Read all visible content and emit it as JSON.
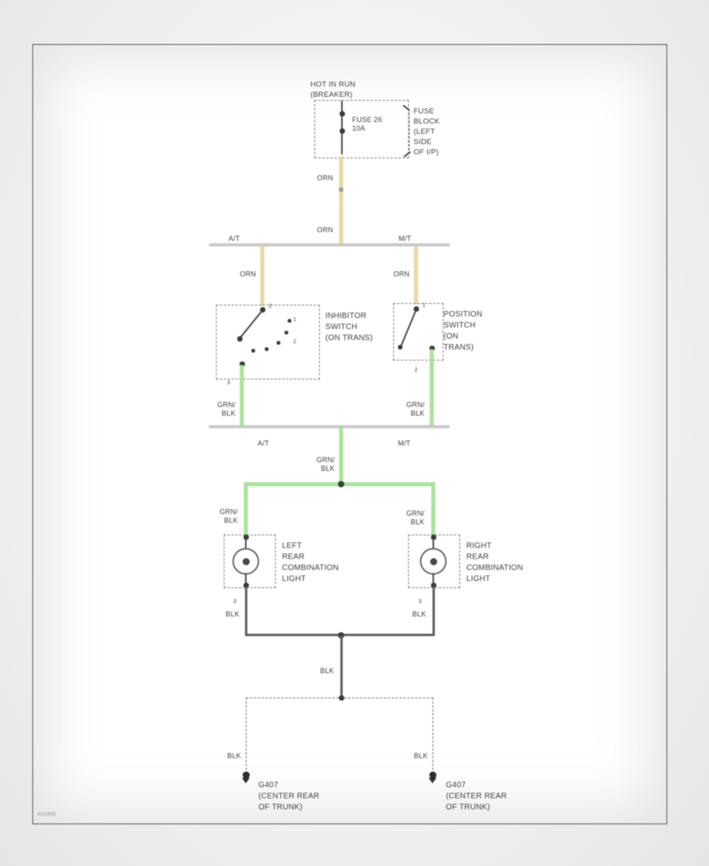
{
  "meta": {
    "sheet_code": "A02855"
  },
  "colors": {
    "feed_wire": "#ecd9a4",
    "switched_wire": "#a8e69b",
    "ground_wire": "#5f5f5f",
    "bus_gray": "#c9c9c9"
  },
  "power": {
    "heading": [
      "HOT IN RUN",
      "(BREAKER)"
    ],
    "fuse": [
      "FUSE 26",
      "10A"
    ],
    "block_note": [
      "FUSE",
      "BLOCK",
      "(LEFT",
      "SIDE",
      "OF I/P)"
    ]
  },
  "bus_top": {
    "left_label": "A/T",
    "right_label": "M/T"
  },
  "wire_labels": {
    "feed_upper": "ORN",
    "feed_lower": "ORN",
    "feed_left": "ORN",
    "feed_right": "ORN"
  },
  "switches": {
    "inhibitor": {
      "lines": [
        "INHIBITOR",
        "SWITCH",
        "(ON TRANS)"
      ],
      "pin_top": "2",
      "pin_bottom": "3",
      "contact_labels": [
        "1",
        "2"
      ]
    },
    "position": {
      "lines": [
        "POSITION",
        "SWITCH",
        "(ON",
        "TRANS)"
      ],
      "pin_top": "1",
      "pin_bottom": "2"
    }
  },
  "bus_mid": {
    "left_label": "A/T",
    "right_label": "M/T"
  },
  "grn_labels": {
    "left": [
      "GRN/",
      "BLK"
    ],
    "right": [
      "GRN/",
      "BLK"
    ],
    "center": [
      "GRN/",
      "BLK"
    ],
    "lamp_left": [
      "GRN/",
      "BLK"
    ],
    "lamp_right": [
      "GRN/",
      "BLK"
    ]
  },
  "lamps": {
    "left": {
      "lines": [
        "LEFT",
        "REAR",
        "COMBINATION",
        "LIGHT"
      ],
      "pin_bottom": "3"
    },
    "right": {
      "lines": [
        "RIGHT",
        "REAR",
        "COMBINATION",
        "LIGHT"
      ],
      "pin_bottom": "3"
    }
  },
  "blk_labels": {
    "lamp_left": "BLK",
    "lamp_right": "BLK",
    "center": "BLK",
    "ground_left": "BLK",
    "ground_right": "BLK"
  },
  "grounds": {
    "left": {
      "lines": [
        "G407",
        "(CENTER REAR",
        "OF TRUNK)"
      ]
    },
    "right": {
      "lines": [
        "G407",
        "(CENTER REAR",
        "OF TRUNK)"
      ]
    }
  }
}
